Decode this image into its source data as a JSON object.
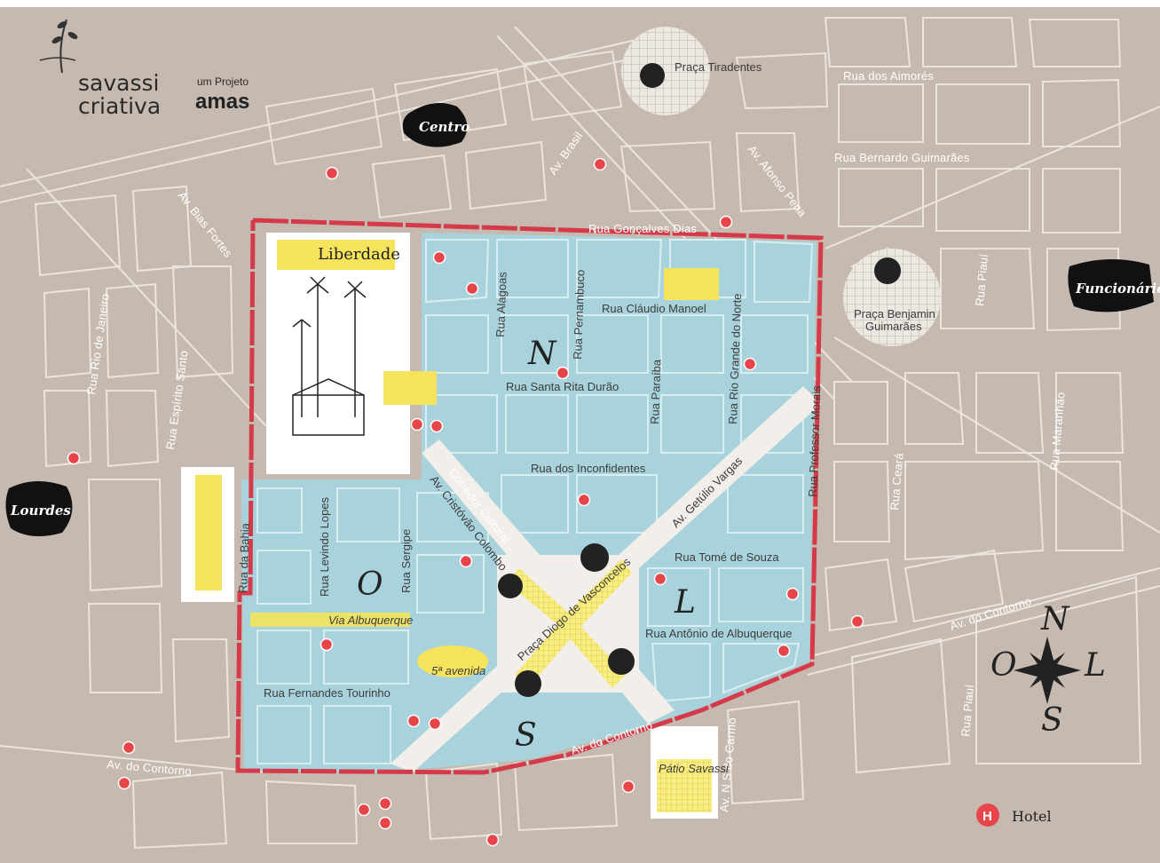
{
  "brand": {
    "line1": "savassi",
    "line2": "criativa",
    "project_prefix": "um Projeto",
    "project_name": "amas"
  },
  "regions": {
    "centro": "Centro",
    "funcionarios": "Funcionários",
    "lourdes": "Lourdes"
  },
  "streets": {
    "aimores": "Rua dos Aimorés",
    "bernardo": "Rua Bernardo Guimarães",
    "goncalves": "Rua Gonçalves Dias",
    "claudio": "Rua Cláudio Manoel",
    "santa_rita": "Rua Santa Rita Durão",
    "inconfidentes": "Rua dos Inconfidentes",
    "tome": "Rua Tomé de Souza",
    "antonio": "Rua Antônio de Albuquerque",
    "fernandes": "Rua Fernandes Tourinho",
    "contorno_bottom": "Av. do Contorno",
    "contorno_left": "Av. do Contorno",
    "contorno_right": "Av. do Contorno",
    "brasil": "Av. Brasil",
    "afonso": "Av. Afonso Pena",
    "bias": "Av. Bias Fortes",
    "rio_janeiro": "Rua Rio de Janeiro",
    "espirito": "Rua Espírito Santo",
    "bahia": "Rua da Bahia",
    "alagoas": "Rua Alagoas",
    "pernambuco": "Rua Pernambuco",
    "paraiba": "Rua Paraíba",
    "rio_grande": "Rua Rio Grande do Norte",
    "professor": "Rua Professor Morais",
    "ceara": "Rua Ceará",
    "maranhao": "Rua Maranhão",
    "piaui": "Rua Piauí",
    "piaui2": "Rua Piauí",
    "getulio": "Av. Getúlio Vargas",
    "cristovao": "Av. Cristóvão Colombo",
    "corredor": "Corredor Cultural",
    "levindo": "Rua Levindo Lopes",
    "sergipe": "Rua Sergipe",
    "via_albuquerque": "Via Albuquerque",
    "ns_carmo": "Av. N S do Carmo"
  },
  "places": {
    "tiradentes": "Praça Tiradentes",
    "benjamin_1": "Praça Benjamin",
    "benjamin_2": "Guimarães",
    "liberdade": "Liberdade",
    "praca_diogo": "Praça Diogo de Vasconcelos",
    "quinta_avenida": "5ª avenida",
    "patio": "Pátio Savassi"
  },
  "quadrants": {
    "north": "N",
    "south": "S",
    "east": "L",
    "west": "O"
  },
  "compass": {
    "n": "N",
    "s": "S",
    "l": "L",
    "o": "O"
  },
  "legend": {
    "hotel_label": "Hotel",
    "hotel_icon": "H"
  },
  "colors": {
    "land": "#c6bab0",
    "block_outline": "#e8e2dc",
    "savassi": "#a9d3dc",
    "perimeter": "#d43a4a",
    "hotel": "#e8454b",
    "highlight": "#f4e35b"
  }
}
